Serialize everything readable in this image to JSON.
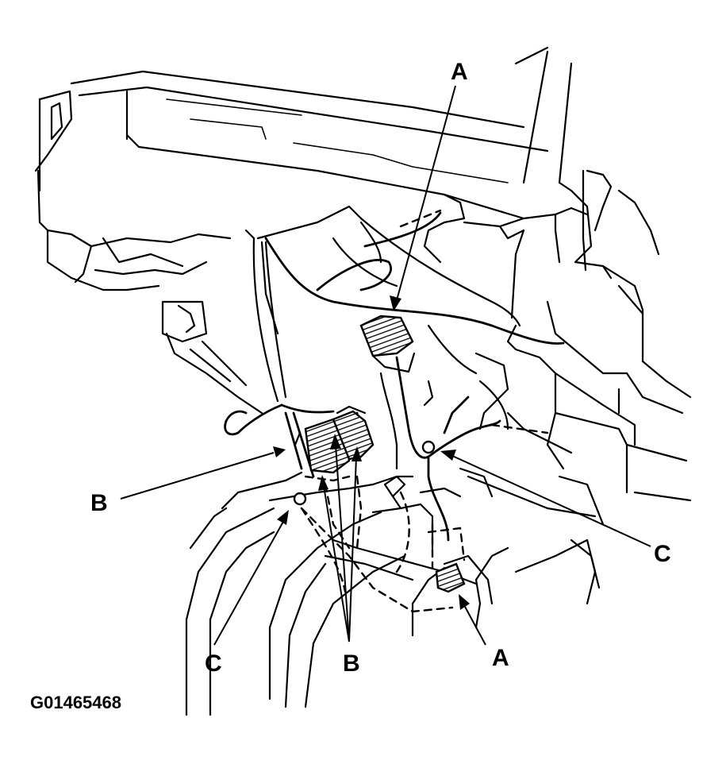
{
  "diagram": {
    "figure_id": "G01465468",
    "callouts": {
      "a_top": "A",
      "a_bottom": "A",
      "b_left": "B",
      "b_bottom": "B",
      "c_right": "C",
      "c_bottom": "C"
    },
    "colors": {
      "ink": "#000000",
      "paper": "#ffffff"
    }
  }
}
